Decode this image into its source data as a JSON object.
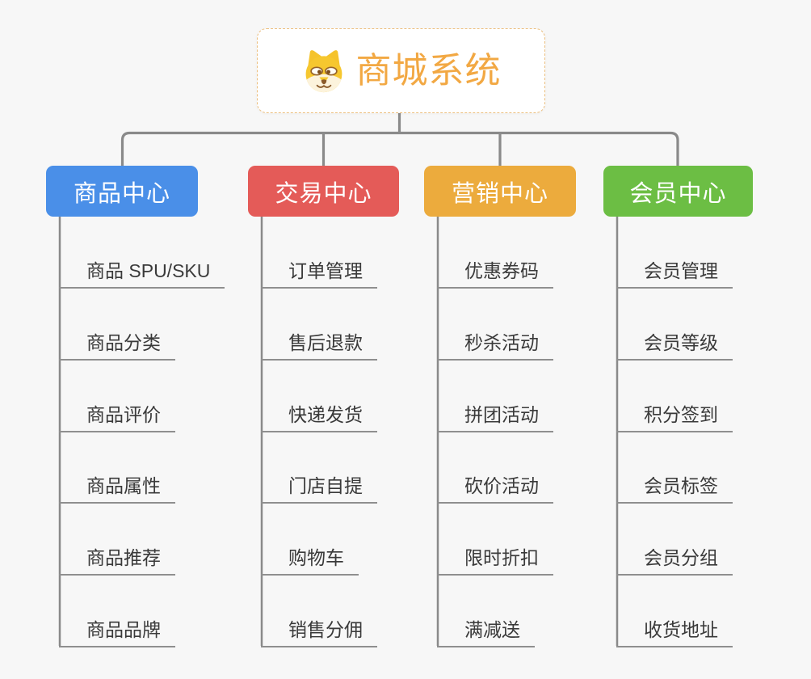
{
  "app": {
    "background_color": "#f7f7f7",
    "connector_color": "#8a8a8a"
  },
  "root": {
    "title": "商城系统",
    "icon": "dog-face-icon",
    "text_color": "#f2a843",
    "border_color": "#ecbf7f",
    "fill_color": "#ffffff"
  },
  "branches": [
    {
      "label": "商品中心",
      "color": "#4a8fe8",
      "children": [
        "商品 SPU/SKU",
        "商品分类",
        "商品评价",
        "商品属性",
        "商品推荐",
        "商品品牌"
      ]
    },
    {
      "label": "交易中心",
      "color": "#e45b58",
      "children": [
        "订单管理",
        "售后退款",
        "快递发货",
        "门店自提",
        "购物车",
        "销售分佣"
      ]
    },
    {
      "label": "营销中心",
      "color": "#ecab3d",
      "children": [
        "优惠券码",
        "秒杀活动",
        "拼团活动",
        "砍价活动",
        "限时折扣",
        "满减送"
      ]
    },
    {
      "label": "会员中心",
      "color": "#6cbe44",
      "children": [
        "会员管理",
        "会员等级",
        "积分签到",
        "会员标签",
        "会员分组",
        "收货地址"
      ]
    }
  ]
}
